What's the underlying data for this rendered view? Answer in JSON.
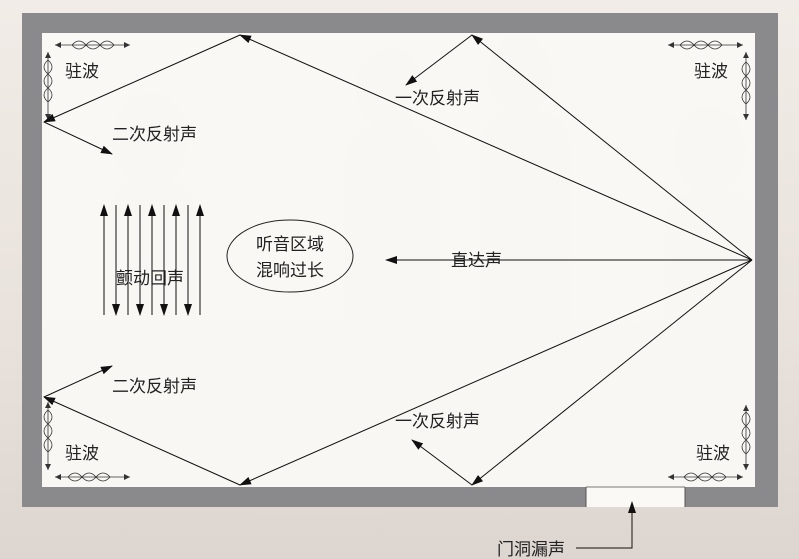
{
  "labels": {
    "standing_wave_tl": "驻波",
    "standing_wave_tr": "驻波",
    "standing_wave_bl": "驻波",
    "standing_wave_br": "驻波",
    "first_reflection_top": "一次反射声",
    "first_reflection_bottom": "一次反射声",
    "second_reflection_top": "二次反射声",
    "second_reflection_bottom": "二次反射声",
    "listening_zone_line1": "听音区域",
    "listening_zone_line2": "混响过长",
    "direct_sound": "直达声",
    "flutter_echo": "颤动回声",
    "door_leakage": "门洞漏声"
  },
  "colors": {
    "wall": "#8a8a8c",
    "room_floor": "#fbf9f6",
    "ray": "#111111",
    "background": "#ebe6e1"
  }
}
